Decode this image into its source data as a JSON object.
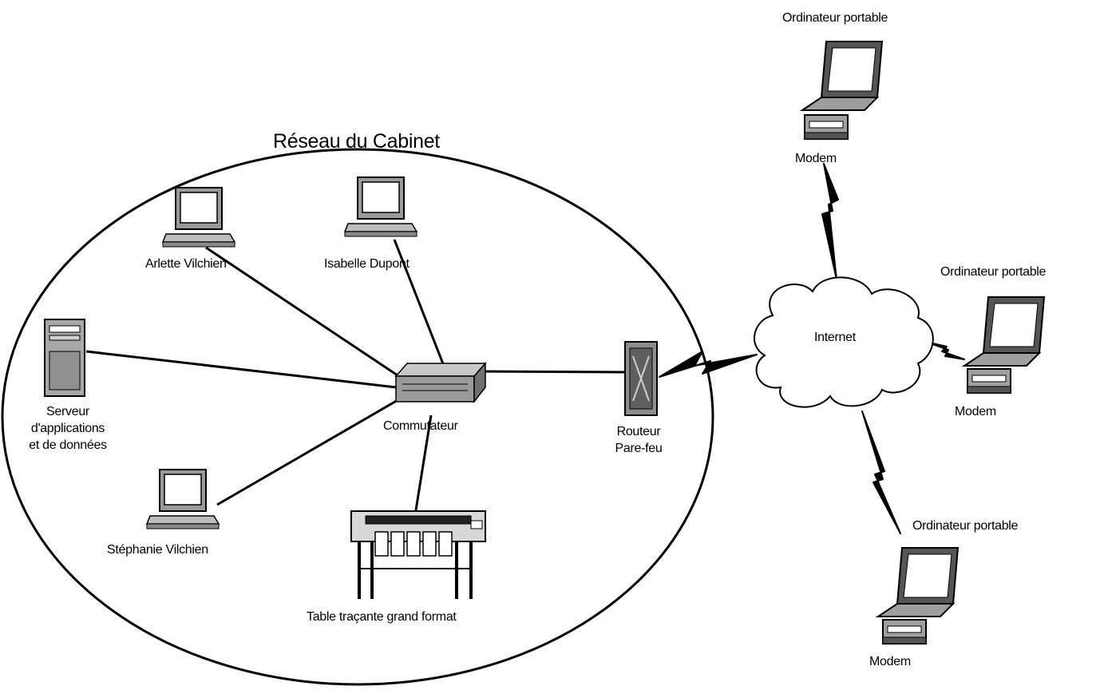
{
  "diagram": {
    "network_title": "Réseau du Cabinet",
    "nodes": {
      "arlette": "Arlette Vilchien",
      "isabelle": "Isabelle Dupont",
      "serveur": [
        "Serveur",
        "d'applications",
        "et de données"
      ],
      "commutateur": "Commutateur",
      "stephanie": "Stéphanie Vilchien",
      "table": "Table traçante grand format",
      "routeur": [
        "Routeur",
        "Pare-feu"
      ],
      "internet": "Internet"
    },
    "remote": [
      {
        "laptop": "Ordinateur portable",
        "modem": "Modem"
      },
      {
        "laptop": "Ordinateur portable",
        "modem": "Modem"
      },
      {
        "laptop": "Ordinateur portable",
        "modem": "Modem"
      }
    ]
  }
}
